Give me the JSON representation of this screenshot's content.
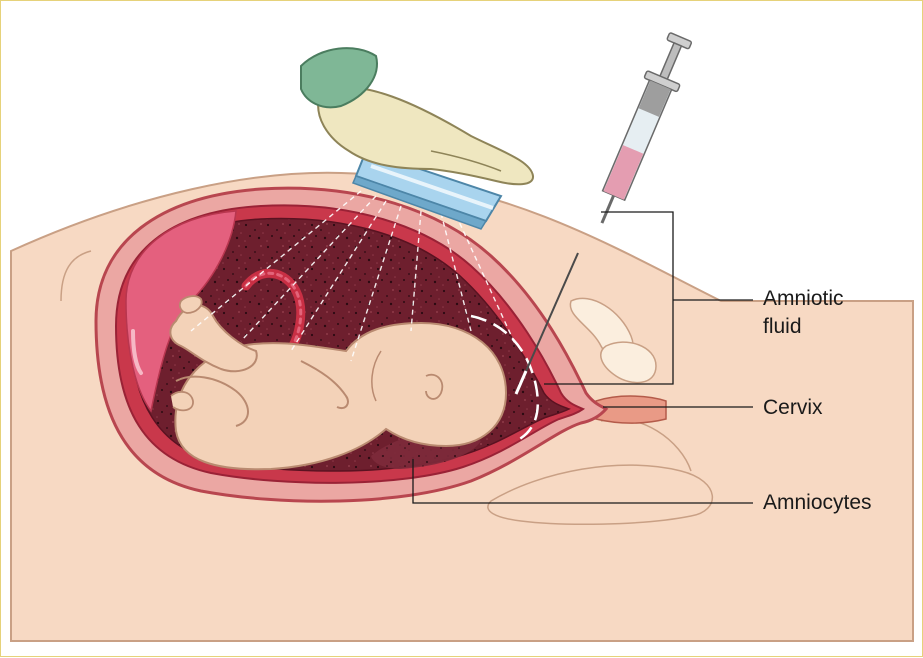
{
  "labels": {
    "amniotic_fluid_line1": "Amniotic",
    "amniotic_fluid_line2": "fluid",
    "cervix": "Cervix",
    "amniocytes": "Amniocytes"
  },
  "colors": {
    "frame_border": "#e6d27a",
    "skin": "#f7d9c3",
    "uterine_wall": "#e8a4a0",
    "uterine_lining": "#c93a4c",
    "amniotic_cavity": "#6e1f2e",
    "placenta": "#e4607e",
    "umbilical_cord": "#c92f44",
    "fetus": "#f3d2b8",
    "glove": "#efe7c0",
    "sleeve": "#7fb796",
    "transducer": "#a9d4ee",
    "syringe_fluid": "#e49db1",
    "leader_lines": "#1a1a1a"
  }
}
